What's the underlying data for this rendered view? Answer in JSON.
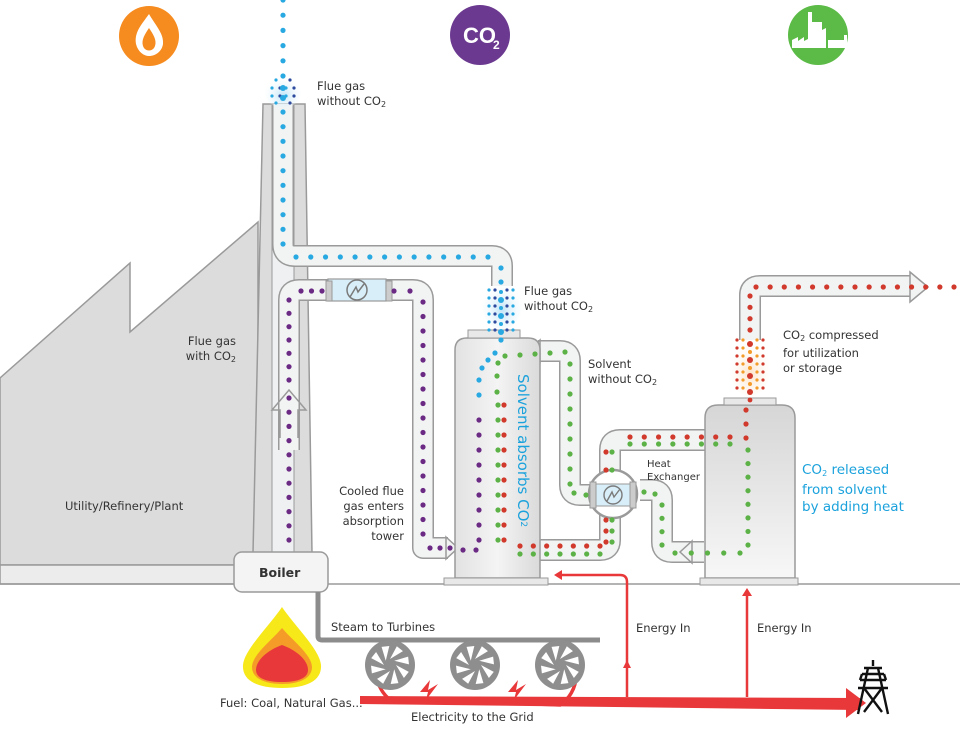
{
  "diagram": {
    "title_icons": [
      {
        "name": "flame-icon",
        "color": "#f68b1f"
      },
      {
        "name": "co2-icon",
        "color": "#6b3a90",
        "text": "CO",
        "sub": "2"
      },
      {
        "name": "industry-icon",
        "color": "#5bbb46"
      }
    ],
    "colors": {
      "flue_gas_clean": "#29a9e1",
      "flue_gas_dark": "#2e4a9e",
      "flue_gas_with_co2": "#6b2a84",
      "solvent": "#5cb246",
      "co2": "#d0392b",
      "co2_orange": "#f39c2a",
      "energy": "#e8383a",
      "pipe_fill": "#f2f3f3",
      "pipe_stroke": "#9a9a9a",
      "building": "#dcdcdc",
      "text_blue": "#1ba2dc"
    },
    "labels": {
      "stack_flue_gas": {
        "line1": "Flue gas",
        "line2": "without CO",
        "sub": "2"
      },
      "tower_flue_gas": {
        "line1": "Flue gas",
        "line2": "without CO",
        "sub": "2"
      },
      "flue_gas_with_co2": {
        "line1": "Flue gas",
        "line2": "with CO",
        "sub": "2"
      },
      "plant": "Utility/Refinery/Plant",
      "cooled_flue_gas": [
        "Cooled flue",
        "gas enters",
        "absorption",
        "tower"
      ],
      "solvent_without_co2": {
        "line1": "Solvent",
        "line2": "without CO",
        "sub": "2"
      },
      "solvent_absorbs": {
        "text": "Solvent absorbs CO",
        "sub": "2"
      },
      "heat_exchanger": [
        "Heat",
        "Exchanger"
      ],
      "co2_compressed": {
        "pre": "CO",
        "sub": "2",
        "line1": " compressed",
        "line2": "for utilization",
        "line3": "or storage"
      },
      "co2_released": {
        "pre": "CO",
        "sub": "2",
        "line1": " released",
        "line2": "from solvent",
        "line3": "by adding heat"
      },
      "boiler": "Boiler",
      "steam": "Steam to Turbines",
      "fuel": "Fuel: Coal, Natural Gas...",
      "electricity": "Electricity to the Grid",
      "energy_in_1": "Energy In",
      "energy_in_2": "Energy In"
    }
  }
}
